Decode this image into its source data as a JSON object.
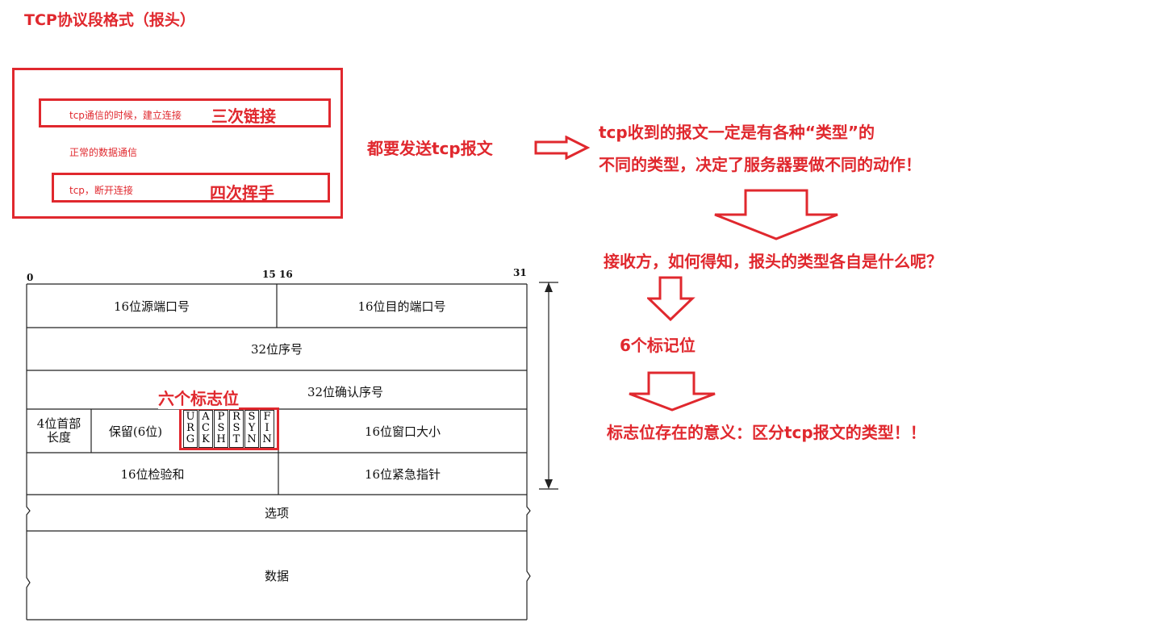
{
  "title": "TCP协议段格式（报头）",
  "connection_box": {
    "handshake_text": "tcp通信的时候，建立连接",
    "handshake_label": "三次链接",
    "normal_text": "正常的数据通信",
    "wave_text": "tcp，断开连接",
    "wave_label": "四次挥手"
  },
  "annotations": {
    "send_all": "都要发送tcp报文",
    "types_line1": "tcp收到的报文一定是有各种“类型”的",
    "types_line2": "不同的类型，决定了服务器要做不同的动作！",
    "question": "接收方，如何得知，报头的类型各自是什么呢？",
    "six_flags": "6个标记位",
    "meaning": "标志位存在的意义：区分tcp报文的类型！！",
    "six_flags_label": "六个标志位"
  },
  "header": {
    "bit_labels": {
      "start": "0",
      "mid_left": "15",
      "mid_right": "16",
      "end": "31"
    },
    "src_port": "16位源端口号",
    "dst_port": "16位目的端口号",
    "seq": "32位序号",
    "ack": "32位确认序号",
    "hdr_len_line1": "4位首部",
    "hdr_len_line2": "长度",
    "reserved": "保留(6位)",
    "flags": [
      {
        "l1": "U",
        "l2": "R",
        "l3": "G"
      },
      {
        "l1": "A",
        "l2": "C",
        "l3": "K"
      },
      {
        "l1": "P",
        "l2": "S",
        "l3": "H"
      },
      {
        "l1": "R",
        "l2": "S",
        "l3": "T"
      },
      {
        "l1": "S",
        "l2": "Y",
        "l3": "N"
      },
      {
        "l1": "F",
        "l2": "I",
        "l3": "N"
      }
    ],
    "window": "16位窗口大小",
    "checksum": "16位检验和",
    "urgent": "16位紧急指针",
    "options": "选项",
    "data": "数据"
  },
  "colors": {
    "accent": "#e0282e",
    "line": "#222222"
  }
}
